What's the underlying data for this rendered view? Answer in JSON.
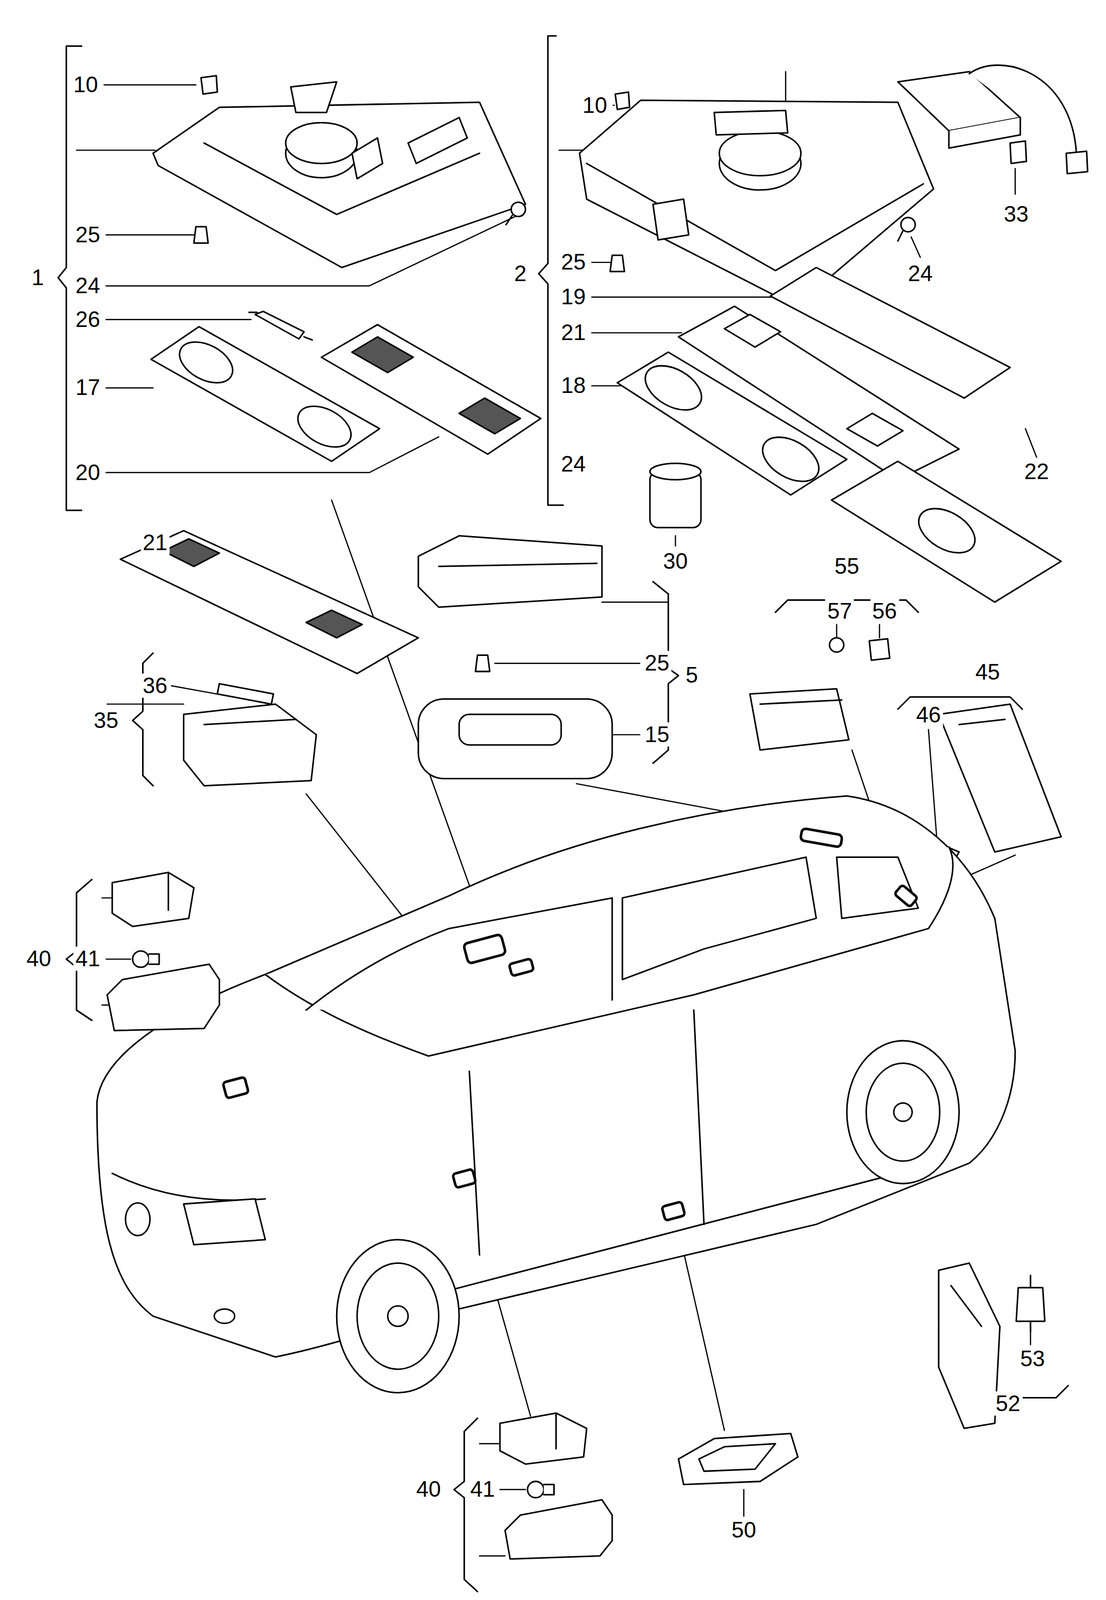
{
  "diagram": {
    "labels": [
      "10",
      "25",
      "1",
      "24",
      "26",
      "17",
      "20",
      "10",
      "25",
      "2",
      "24",
      "19",
      "21",
      "18",
      "24",
      "33",
      "22",
      "30",
      "21",
      "36",
      "35",
      "25",
      "5",
      "15",
      "55",
      "57",
      "56",
      "45",
      "46",
      "40",
      "41",
      "53",
      "52",
      "40",
      "41",
      "50"
    ]
  }
}
